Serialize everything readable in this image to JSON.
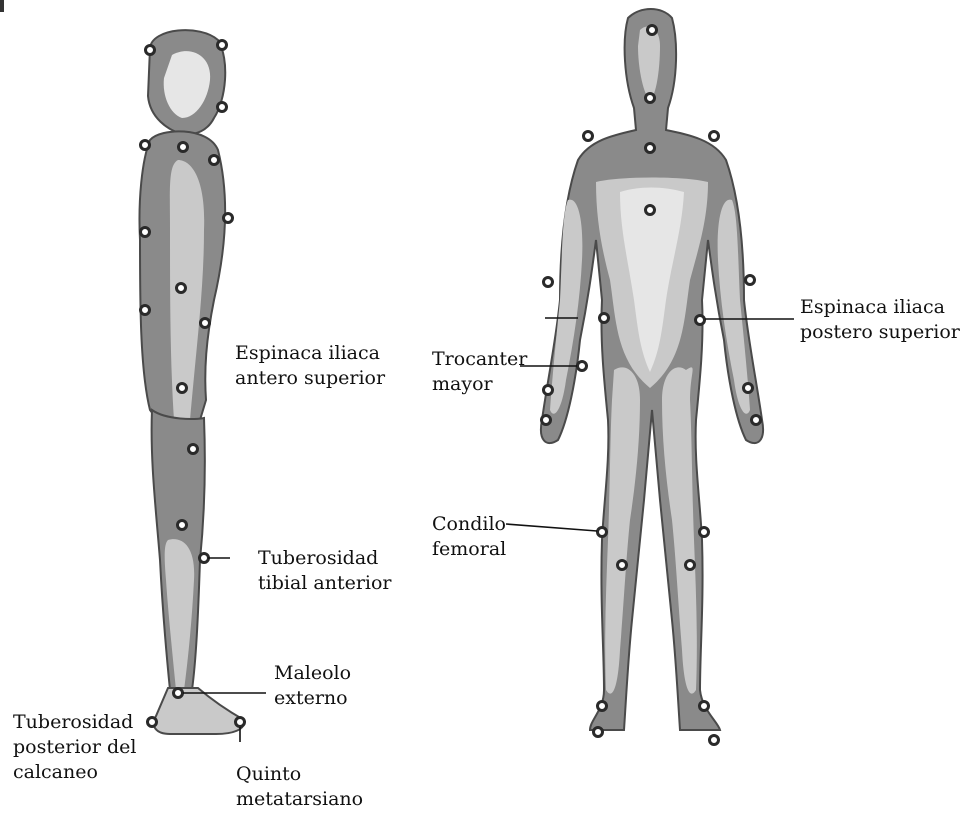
{
  "colors": {
    "body_dark": "#8a8a8a",
    "body_light": "#c9c9c9",
    "body_pale": "#e6e6e6",
    "outline": "#4a4a4a",
    "marker": "#2a2a2a",
    "leader": "#111111"
  },
  "lateral_labels": {
    "asis": [
      "Espinaca iliaca",
      "antero superior"
    ],
    "tibial": [
      "Tuberosidad",
      "tibial anterior"
    ],
    "maleolo": [
      "Maleolo",
      "externo"
    ],
    "calcaneo": [
      "Tuberosidad",
      "posterior del",
      "calcaneo"
    ],
    "metatarsiano": [
      "Quinto",
      "metatarsiano"
    ]
  },
  "frontal_labels": {
    "psis": [
      "Espinaca iliaca",
      "postero superior"
    ],
    "trocanter": [
      "Trocanter",
      "mayor"
    ],
    "condilo": [
      "Condilo",
      "femoral"
    ]
  }
}
